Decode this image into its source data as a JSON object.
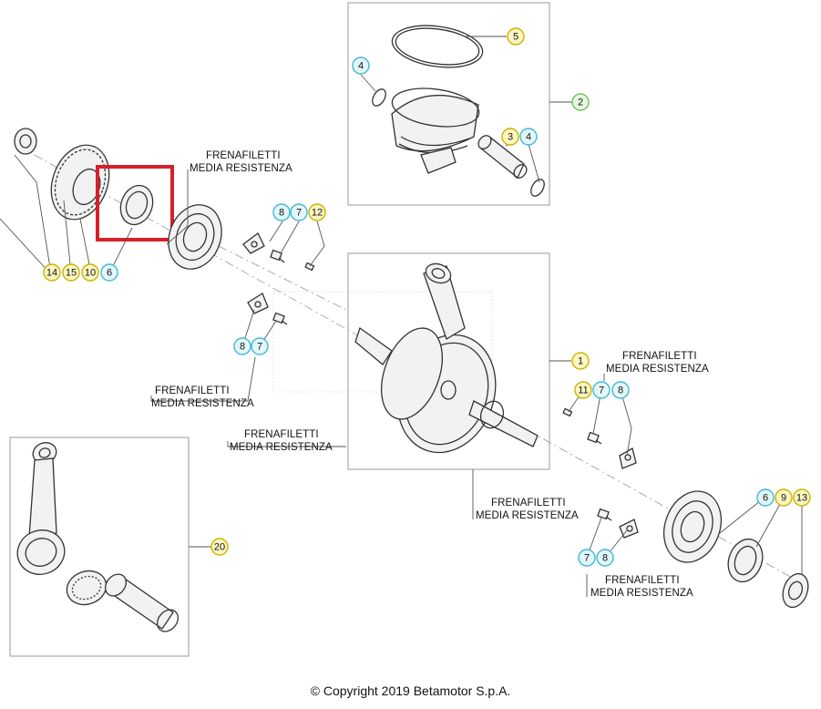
{
  "callouts": [
    {
      "n": "5",
      "fill": "#fdf6c3",
      "stroke": "#c8b400"
    },
    {
      "n": "4",
      "fill": "#e3f7fb",
      "stroke": "#44b8d2"
    },
    {
      "n": "2",
      "fill": "#e6f7e1",
      "stroke": "#72c05a"
    },
    {
      "n": "3",
      "fill": "#fdf6c3",
      "stroke": "#c8b400"
    },
    {
      "n": "4",
      "fill": "#e3f7fb",
      "stroke": "#44b8d2"
    },
    {
      "n": "8",
      "fill": "#e3f7fb",
      "stroke": "#44b8d2"
    },
    {
      "n": "7",
      "fill": "#e3f7fb",
      "stroke": "#44b8d2"
    },
    {
      "n": "12",
      "fill": "#fdf6c3",
      "stroke": "#c8b400"
    },
    {
      "n": "14",
      "fill": "#fdf6c3",
      "stroke": "#c8b400"
    },
    {
      "n": "15",
      "fill": "#fdf6c3",
      "stroke": "#c8b400"
    },
    {
      "n": "10",
      "fill": "#fdf6c3",
      "stroke": "#c8b400"
    },
    {
      "n": "6",
      "fill": "#e3f7fb",
      "stroke": "#44b8d2"
    },
    {
      "n": "8",
      "fill": "#e3f7fb",
      "stroke": "#44b8d2"
    },
    {
      "n": "7",
      "fill": "#e3f7fb",
      "stroke": "#44b8d2"
    },
    {
      "n": "1",
      "fill": "#fdf6c3",
      "stroke": "#c8b400"
    },
    {
      "n": "11",
      "fill": "#fdf6c3",
      "stroke": "#c8b400"
    },
    {
      "n": "7",
      "fill": "#e3f7fb",
      "stroke": "#44b8d2"
    },
    {
      "n": "8",
      "fill": "#e3f7fb",
      "stroke": "#44b8d2"
    },
    {
      "n": "20",
      "fill": "#fdf6c3",
      "stroke": "#c8b400"
    },
    {
      "n": "6",
      "fill": "#e3f7fb",
      "stroke": "#44b8d2"
    },
    {
      "n": "9",
      "fill": "#fdf6c3",
      "stroke": "#c8b400"
    },
    {
      "n": "13",
      "fill": "#fdf6c3",
      "stroke": "#c8b400"
    },
    {
      "n": "7",
      "fill": "#e3f7fb",
      "stroke": "#44b8d2"
    },
    {
      "n": "8",
      "fill": "#e3f7fb",
      "stroke": "#44b8d2"
    }
  ],
  "notes": [
    {
      "line1": "FRENAFILETTI",
      "line2": "MEDIA RESISTENZA"
    },
    {
      "line1": "FRENAFILETTI",
      "line2": "MEDIA RESISTENZA"
    },
    {
      "line1": "FRENAFILETTI",
      "line2": "MEDIA RESISTENZA"
    },
    {
      "line1": "FRENAFILETTI",
      "line2": "MEDIA RESISTENZA"
    },
    {
      "line1": "FRENAFILETTI",
      "line2": "MEDIA RESISTENZA"
    },
    {
      "line1": "FRENAFILETTI",
      "line2": "MEDIA RESISTENZA"
    }
  ],
  "highlight_color": "#d8202a",
  "copyright": "© Copyright 2019 Betamotor S.p.A."
}
